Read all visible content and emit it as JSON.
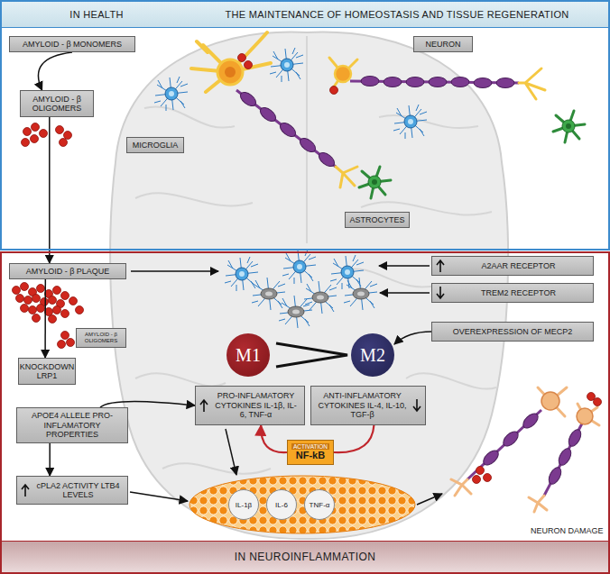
{
  "diagram": {
    "nodes": [
      {
        "text": [
          "IN HEALTH",
          "THE MAINTENANCE OF HOMEOSTASIS AND TISSUE REGENERATION"
        ]
      },
      {
        "text": [
          "AMYLOID - β MONOMERS"
        ],
        "in": 0
      },
      {
        "text": [
          "NEURON"
        ],
        "in": 0
      },
      {
        "text": [
          "AMYLOID - β OLIGOMERS"
        ],
        "in": 0
      },
      {
        "text": [
          "MICROGLIA"
        ],
        "in": 0
      },
      {
        "text": [
          "ASTROCYTES"
        ],
        "in": 0
      },
      {
        "text": [
          "IN NEUROINFLAMMATION"
        ]
      },
      {
        "text": [
          "AMYLOID - β PLAQUE"
        ],
        "in": 6
      },
      {
        "text": [
          "AMYLOID - β OLIGOMERS"
        ],
        "in": 6
      },
      {
        "text": [
          "KNOCKDOWN LRP1"
        ],
        "in": 6
      },
      {
        "text": [
          "A2AAR RECEPTOR"
        ],
        "in": 6
      },
      {
        "text": [
          "TREM2 RECEPTOR"
        ],
        "in": 6
      },
      {
        "text": [
          "OVEREXPRESSION OF MECP2"
        ],
        "in": 6
      },
      {
        "text": [
          "M1"
        ],
        "in": 6
      },
      {
        "text": [
          "M2"
        ],
        "in": 6
      },
      {
        "text": [
          "PRO-INFLAMATORY CYTOKINES IL-1β, IL-6, TNF-α"
        ],
        "in": 6
      },
      {
        "text": [
          "ANTI-INFLAMATORY CYTOKINES IL-4, IL-10, TGF-β"
        ],
        "in": 6
      },
      {
        "text": [
          "APOE4 ALLELE PRO-INFLAMATORY PROPERTIES"
        ],
        "in": 6
      },
      {
        "text": [
          "cPLA2 ACTIVITY LTB4 LEVELS"
        ],
        "in": 6
      },
      {
        "text": [
          "ACTIVATION",
          "NF-kB"
        ],
        "in": 6
      },
      {
        "text": [
          "IL-1β"
        ],
        "in": 6
      },
      {
        "text": [
          "IL-6"
        ],
        "in": 6
      },
      {
        "text": [
          "TNF-α"
        ],
        "in": 6
      }
    ],
    "edges": [
      {
        "from": 1,
        "to": 3,
        "arrow": "to"
      },
      {
        "from": 3,
        "to": 7,
        "arrow": "to"
      },
      {
        "from": 7,
        "to": 9,
        "arrow": "to"
      },
      {
        "from": 12,
        "to": 14,
        "arrow": "to"
      },
      {
        "from": 17,
        "to": 15,
        "arrow": "to"
      },
      {
        "from": 17,
        "to": 18,
        "arrow": "to"
      },
      {
        "from": 16,
        "to": 19,
        "arrow": "none"
      },
      {
        "from": 19,
        "to": 15,
        "arrow": "to"
      }
    ],
    "labels": [
      "NEURON DAMAGE"
    ]
  }
}
